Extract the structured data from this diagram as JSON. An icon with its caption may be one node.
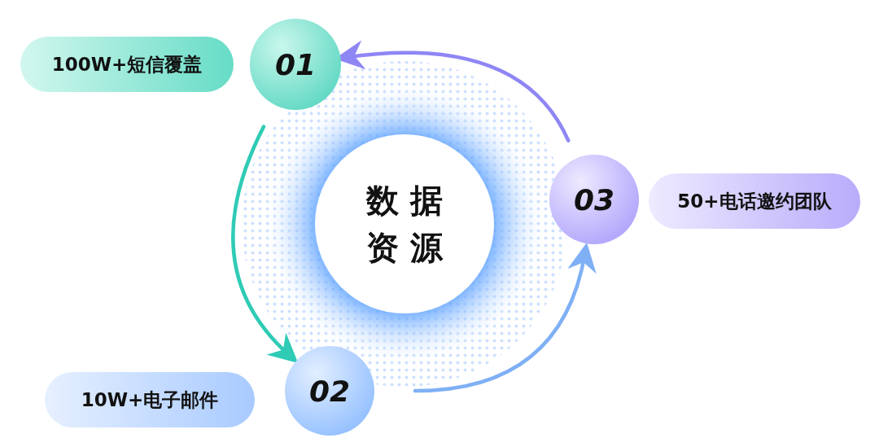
{
  "diagram": {
    "nodes": [
      {
        "text": [
          "100W+短信覆盖"
        ]
      },
      {
        "text": [
          "01"
        ]
      },
      {
        "text": [
          "数据资源"
        ]
      },
      {
        "text": [
          "03"
        ]
      },
      {
        "text": [
          "50+电话邀约团队"
        ]
      },
      {
        "text": [
          "10W+电子邮件"
        ]
      },
      {
        "text": [
          "02"
        ]
      }
    ],
    "edges": [
      {
        "from": 3,
        "to": 1,
        "arrow": "to",
        "color": "#8f86f5"
      },
      {
        "from": 1,
        "to": 6,
        "arrow": "to",
        "color": "#2fcbb5"
      },
      {
        "from": 6,
        "to": 3,
        "arrow": "to",
        "color": "#7fb0f5"
      }
    ]
  }
}
